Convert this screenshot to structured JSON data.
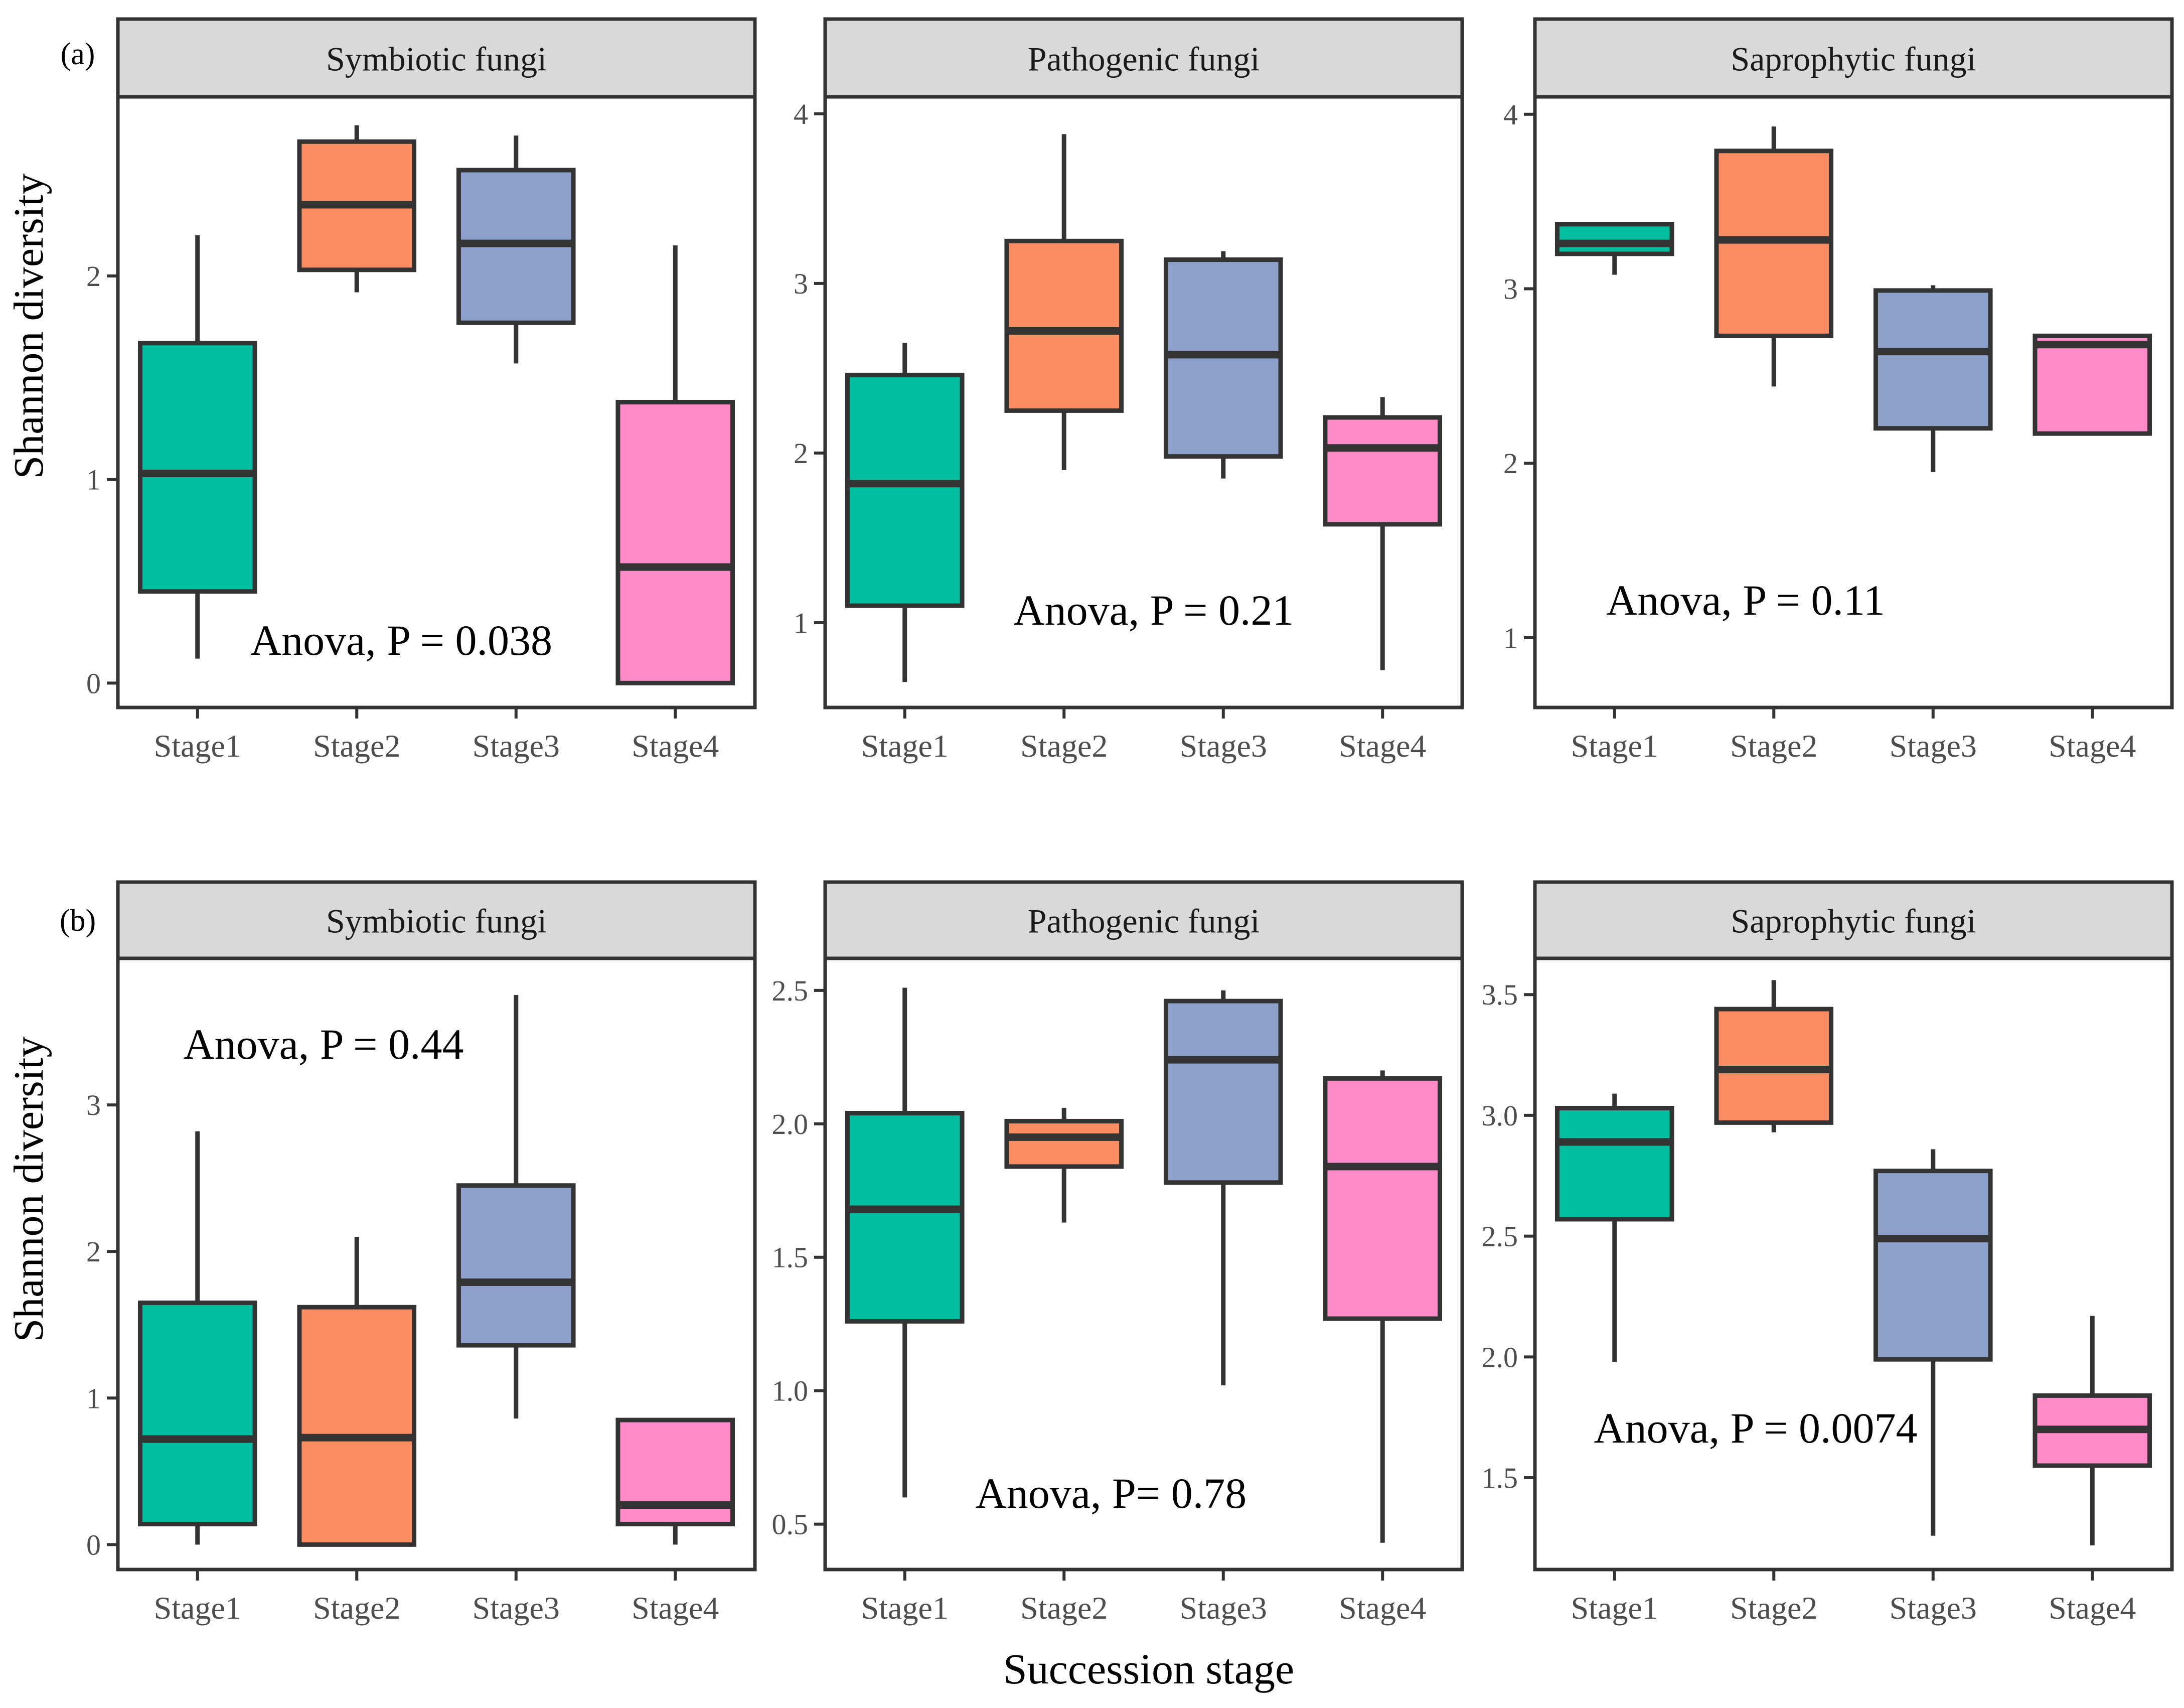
{
  "figure": {
    "xlabel": "Succession stage",
    "ylabel": "Shannon diversity",
    "panel_letters": [
      "(a)",
      "(b)"
    ],
    "colors": {
      "Stage1": "#00BFA0",
      "Stage2": "#FC8D62",
      "Stage3": "#8DA0CB",
      "Stage4": "#FF8CC8",
      "strip_fill": "#D9D9D9",
      "outline": "#333333"
    }
  },
  "chart_data": [
    {
      "type": "box",
      "row": 0,
      "col": 0,
      "title": "Symbiotic fungi",
      "categories": [
        "Stage1",
        "Stage2",
        "Stage3",
        "Stage4"
      ],
      "ylim": [
        -0.12,
        2.88
      ],
      "yticks": [
        0,
        1,
        2
      ],
      "annotation": "Anova, P = 0.038",
      "boxes": [
        {
          "min": 0.12,
          "q1": 0.45,
          "median": 1.03,
          "q3": 1.67,
          "max": 2.2
        },
        {
          "min": 1.92,
          "q1": 2.03,
          "median": 2.35,
          "q3": 2.66,
          "max": 2.74
        },
        {
          "min": 1.57,
          "q1": 1.77,
          "median": 2.16,
          "q3": 2.52,
          "max": 2.69
        },
        {
          "min": 0.0,
          "q1": 0.0,
          "median": 0.57,
          "q3": 1.38,
          "max": 2.15
        }
      ]
    },
    {
      "type": "box",
      "row": 0,
      "col": 1,
      "title": "Pathogenic fungi",
      "categories": [
        "Stage1",
        "Stage2",
        "Stage3",
        "Stage4"
      ],
      "ylim": [
        0.5,
        4.1
      ],
      "yticks": [
        1,
        2,
        3,
        4
      ],
      "annotation": "Anova, P = 0.21",
      "boxes": [
        {
          "min": 0.65,
          "q1": 1.1,
          "median": 1.82,
          "q3": 2.46,
          "max": 2.65
        },
        {
          "min": 1.9,
          "q1": 2.25,
          "median": 2.72,
          "q3": 3.25,
          "max": 3.88
        },
        {
          "min": 1.85,
          "q1": 1.98,
          "median": 2.58,
          "q3": 3.14,
          "max": 3.19
        },
        {
          "min": 0.72,
          "q1": 1.58,
          "median": 2.03,
          "q3": 2.21,
          "max": 2.33
        }
      ]
    },
    {
      "type": "box",
      "row": 0,
      "col": 2,
      "title": "Saprophytic fungi",
      "categories": [
        "Stage1",
        "Stage2",
        "Stage3",
        "Stage4"
      ],
      "ylim": [
        0.6,
        4.1
      ],
      "yticks": [
        1,
        2,
        3,
        4
      ],
      "annotation": "Anova, P = 0.11",
      "boxes": [
        {
          "min": 3.08,
          "q1": 3.2,
          "median": 3.26,
          "q3": 3.37,
          "max": 3.37
        },
        {
          "min": 2.44,
          "q1": 2.73,
          "median": 3.28,
          "q3": 3.79,
          "max": 3.93
        },
        {
          "min": 1.95,
          "q1": 2.2,
          "median": 2.64,
          "q3": 2.99,
          "max": 3.02
        },
        {
          "min": 2.17,
          "q1": 2.17,
          "median": 2.68,
          "q3": 2.73,
          "max": 2.73
        }
      ]
    },
    {
      "type": "box",
      "row": 1,
      "col": 0,
      "title": "Symbiotic fungi",
      "categories": [
        "Stage1",
        "Stage2",
        "Stage3",
        "Stage4"
      ],
      "ylim": [
        -0.17,
        4.0
      ],
      "yticks": [
        0,
        1,
        2,
        3
      ],
      "annotation": "Anova, P = 0.44",
      "boxes": [
        {
          "min": 0.0,
          "q1": 0.14,
          "median": 0.72,
          "q3": 1.65,
          "max": 2.82
        },
        {
          "min": 0.0,
          "q1": 0.0,
          "median": 0.73,
          "q3": 1.62,
          "max": 2.1
        },
        {
          "min": 0.86,
          "q1": 1.36,
          "median": 1.79,
          "q3": 2.45,
          "max": 3.75
        },
        {
          "min": 0.0,
          "q1": 0.14,
          "median": 0.27,
          "q3": 0.85,
          "max": 0.85
        }
      ]
    },
    {
      "type": "box",
      "row": 1,
      "col": 1,
      "title": "Pathogenic fungi",
      "categories": [
        "Stage1",
        "Stage2",
        "Stage3",
        "Stage4"
      ],
      "ylim": [
        0.33,
        2.62
      ],
      "yticks": [
        0.5,
        1.0,
        1.5,
        2.0,
        2.5
      ],
      "annotation": "Anova, P= 0.78",
      "boxes": [
        {
          "min": 0.6,
          "q1": 1.26,
          "median": 1.68,
          "q3": 2.04,
          "max": 2.51
        },
        {
          "min": 1.63,
          "q1": 1.84,
          "median": 1.95,
          "q3": 2.01,
          "max": 2.06
        },
        {
          "min": 1.02,
          "q1": 1.78,
          "median": 2.24,
          "q3": 2.46,
          "max": 2.5
        },
        {
          "min": 0.43,
          "q1": 1.27,
          "median": 1.84,
          "q3": 2.17,
          "max": 2.2
        }
      ]
    },
    {
      "type": "box",
      "row": 1,
      "col": 2,
      "title": "Saprophytic fungi",
      "categories": [
        "Stage1",
        "Stage2",
        "Stage3",
        "Stage4"
      ],
      "ylim": [
        1.12,
        3.65
      ],
      "yticks": [
        1.5,
        2.0,
        2.5,
        3.0,
        3.5
      ],
      "annotation": "Anova, P = 0.0074",
      "boxes": [
        {
          "min": 1.98,
          "q1": 2.57,
          "median": 2.89,
          "q3": 3.03,
          "max": 3.09
        },
        {
          "min": 2.93,
          "q1": 2.97,
          "median": 3.19,
          "q3": 3.44,
          "max": 3.56
        },
        {
          "min": 1.26,
          "q1": 1.99,
          "median": 2.49,
          "q3": 2.77,
          "max": 2.86
        },
        {
          "min": 1.22,
          "q1": 1.55,
          "median": 1.7,
          "q3": 1.84,
          "max": 2.17
        }
      ]
    }
  ]
}
